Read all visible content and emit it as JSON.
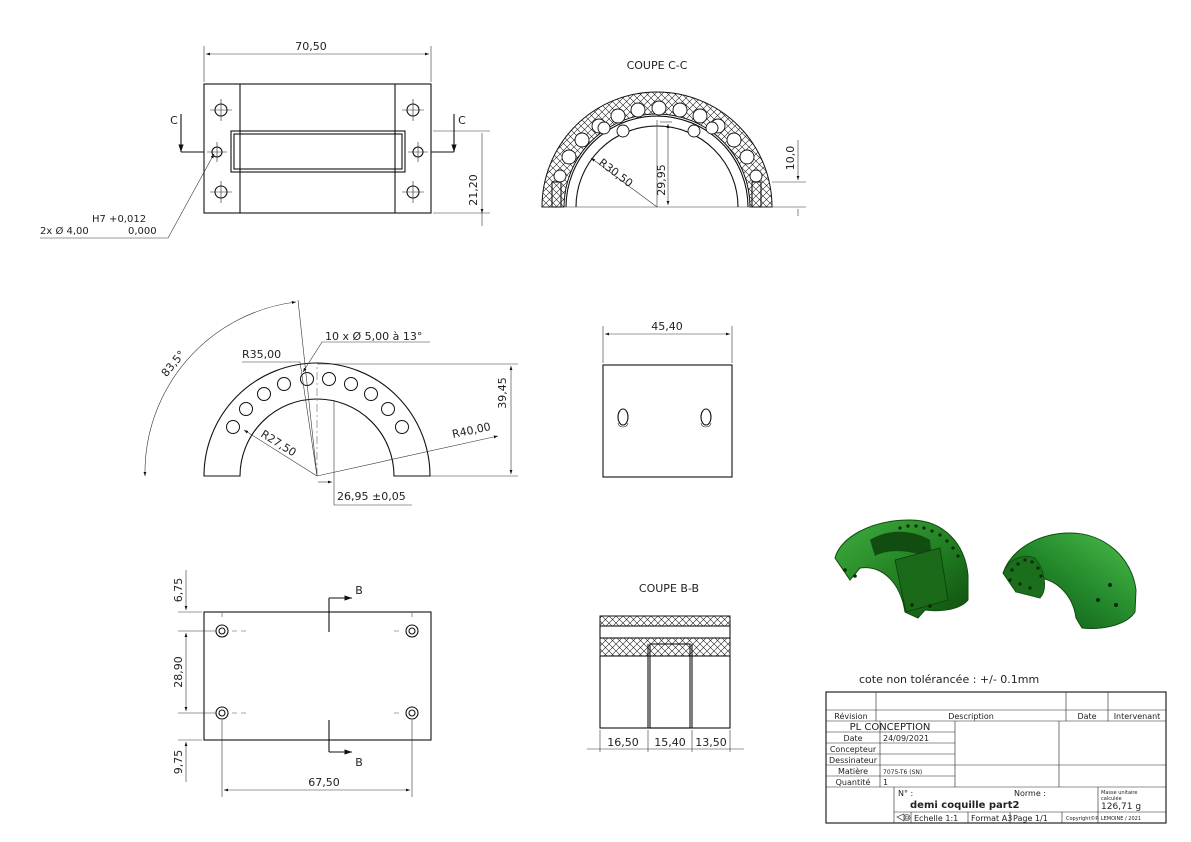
{
  "dims": {
    "top_width": "70,50",
    "top_height": "21,20",
    "hole_tolerance_upper": "H7 +0,012",
    "hole_tolerance_lower": "0,000",
    "hole_count_dia": "2x Ø 4,00",
    "section_arrow_c": "C",
    "coupe_cc_title": "COUPE C-C",
    "cc_radius": "R30,50",
    "cc_height": "29,95",
    "cc_right": "10,0",
    "arc_angle": "83,5°",
    "holes_spec": "10 x Ø 5,00 à 13°",
    "r35": "R35,00",
    "r40": "R40,00",
    "r27": "R27,50",
    "side_height": "39,45",
    "offset": "26,95 ±0,05",
    "side_width": "45,40",
    "bottom_675": "6,75",
    "bottom_2890": "28,90",
    "bottom_975": "9,75",
    "bottom_width": "67,50",
    "section_arrow_b": "B",
    "coupe_bb_title": "COUPE B-B",
    "bb_1650": "16,50",
    "bb_1540": "15,40",
    "bb_1350": "13,50"
  },
  "note_tolerance": "cote non tolérancée : +/- 0.1mm",
  "title_block": {
    "revision_label": "Révision",
    "description_label": "Description",
    "date_header": "Date",
    "intervenant_label": "Intervenant",
    "company": "PL CONCEPTION",
    "date_label": "Date",
    "date_value": "24/09/2021",
    "concepteur_label": "Concepteur",
    "dessinateur_label": "Dessinateur",
    "matiere_label": "Matière",
    "matiere_value": "7075-T6 (SN)",
    "quantite_label": "Quantité",
    "quantite_value": "1",
    "no_label": "N° :",
    "norme_label": "Norme :",
    "part_name": "demi coquille part2",
    "masse_label_1": "Masse unitaire",
    "masse_label_2": "calculée",
    "masse_value": "126,71 g",
    "echelle": "Echelle 1:1",
    "format": "Format A3",
    "page": "Page 1/1",
    "copyright": "Copyright©P. LEMOINE / 2021"
  },
  "colors": {
    "part_green": "#1f7a1f",
    "part_green_dark": "#0f4d0f",
    "part_green_light": "#3fae3f"
  }
}
